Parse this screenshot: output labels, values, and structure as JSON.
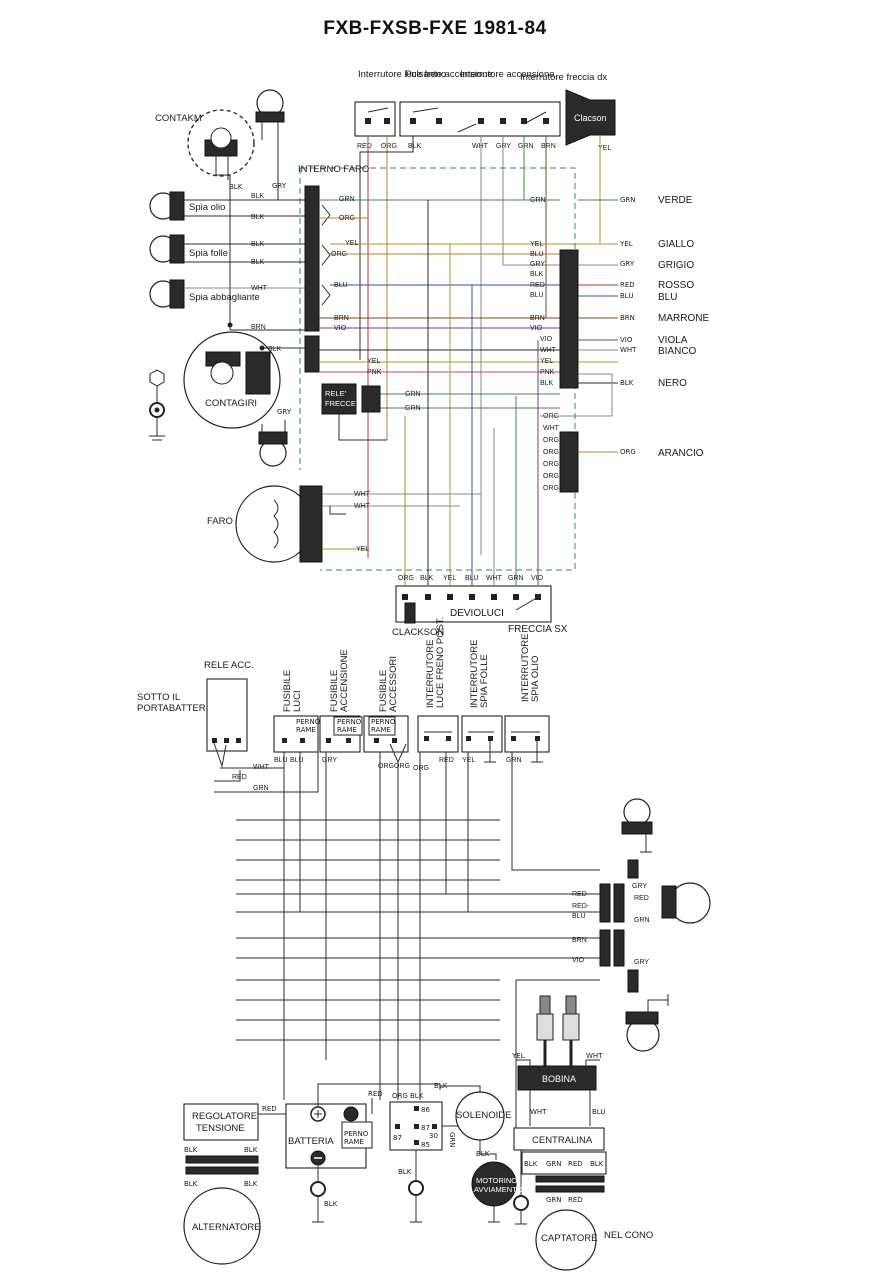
{
  "title": "FXB-FXSB-FXE 1981-84",
  "colors": {
    "wire_dark": "#2b2b2b",
    "grn": "#3c8a4a",
    "red": "#b8323a",
    "blu": "#3050a8",
    "yel": "#a89a2a",
    "org": "#c77a2a",
    "brn": "#7a4a2a",
    "vio": "#7a3a8a",
    "gry": "#8a8a8a",
    "wht": "#888888",
    "component": "#2a2a2a"
  },
  "top_switches": {
    "brake_light": "Interrutore luce freno",
    "ignition_button": "Pulsante accensione",
    "ignition_switch": "Interrutore accensione",
    "right_turn": "Interrutore freccia dx",
    "horn": "Clacson"
  },
  "components": {
    "contakm": "CONTAKM",
    "spia_olio": "Spia olio",
    "spia_folle": "Spia folle",
    "spia_abbagliante": "Spia abbagliante",
    "contagiri": "CONTAGIRI",
    "interno_faro": "INTERNO FARO",
    "rele_frecce_1": "RELE'",
    "rele_frecce_2": "FRECCE",
    "faro": "FARO",
    "devioluci": "DEVIOLUCI",
    "clackson": "CLACKSON",
    "freccia_sx": "FRECCIA SX",
    "rele_acc": "RELE ACC.",
    "sotto_1": "SOTTO IL",
    "sotto_2": "PORTABATTERIA",
    "fusibile_luci_1": "FUSIBILE",
    "fusibile_luci_2": "LUCI",
    "fusibile_acc_1": "FUSIBILE",
    "fusibile_acc_2": "ACCENSIONE",
    "fusibile_accessori_1": "FUSIBILE",
    "fusibile_accessori_2": "ACCESSORI",
    "int_freno_1": "INTERRUTORE",
    "int_freno_2": "LUCE FRENO POST.",
    "int_folle_1": "INTERRUTORE",
    "int_folle_2": "SPIA FOLLE",
    "int_olio_1": "INTERRUTORE",
    "int_olio_2": "SPIA OLIO",
    "perno_1": "PERNO",
    "perno_2": "RAME",
    "regolatore_1": "REGOLATORE",
    "regolatore_2": "TENSIONE",
    "batteria": "BATTERIA",
    "solenoide": "SOLENOIDE",
    "motorino_1": "MOTORINO",
    "motorino_2": "AVVIAMENTO",
    "bobina": "BOBINA",
    "centralina": "CENTRALINA",
    "alternatore": "ALTERNATORE",
    "captatore": "CAPTATORE",
    "nel_cono": "NEL CONO"
  },
  "legend": [
    {
      "code": "GRN",
      "name": "VERDE"
    },
    {
      "code": "YEL",
      "name": "GIALLO"
    },
    {
      "code": "GRY",
      "name": "GRIGIO"
    },
    {
      "code": "RED",
      "name": "ROSSO"
    },
    {
      "code": "BLU",
      "name": "BLU"
    },
    {
      "code": "BRN",
      "name": "MARRONE"
    },
    {
      "code": "VIO",
      "name": "VIOLA"
    },
    {
      "code": "WHT",
      "name": "BIANCO"
    },
    {
      "code": "BLK",
      "name": "NERO"
    },
    {
      "code": "ORG",
      "name": "ARANCIO"
    }
  ],
  "wire_codes": {
    "red": "RED",
    "org": "ORG",
    "blk": "BLK",
    "wht": "WHT",
    "gry": "GRY",
    "grn": "GRN",
    "brn": "BRN",
    "yel": "YEL",
    "blu": "BLU",
    "vio": "VIO",
    "pnk": "PNK",
    "red_dash": "RED-"
  },
  "relay_pins": {
    "p86": "86",
    "p87": "87",
    "p87b": "87",
    "p30": "30",
    "p85": "85"
  }
}
